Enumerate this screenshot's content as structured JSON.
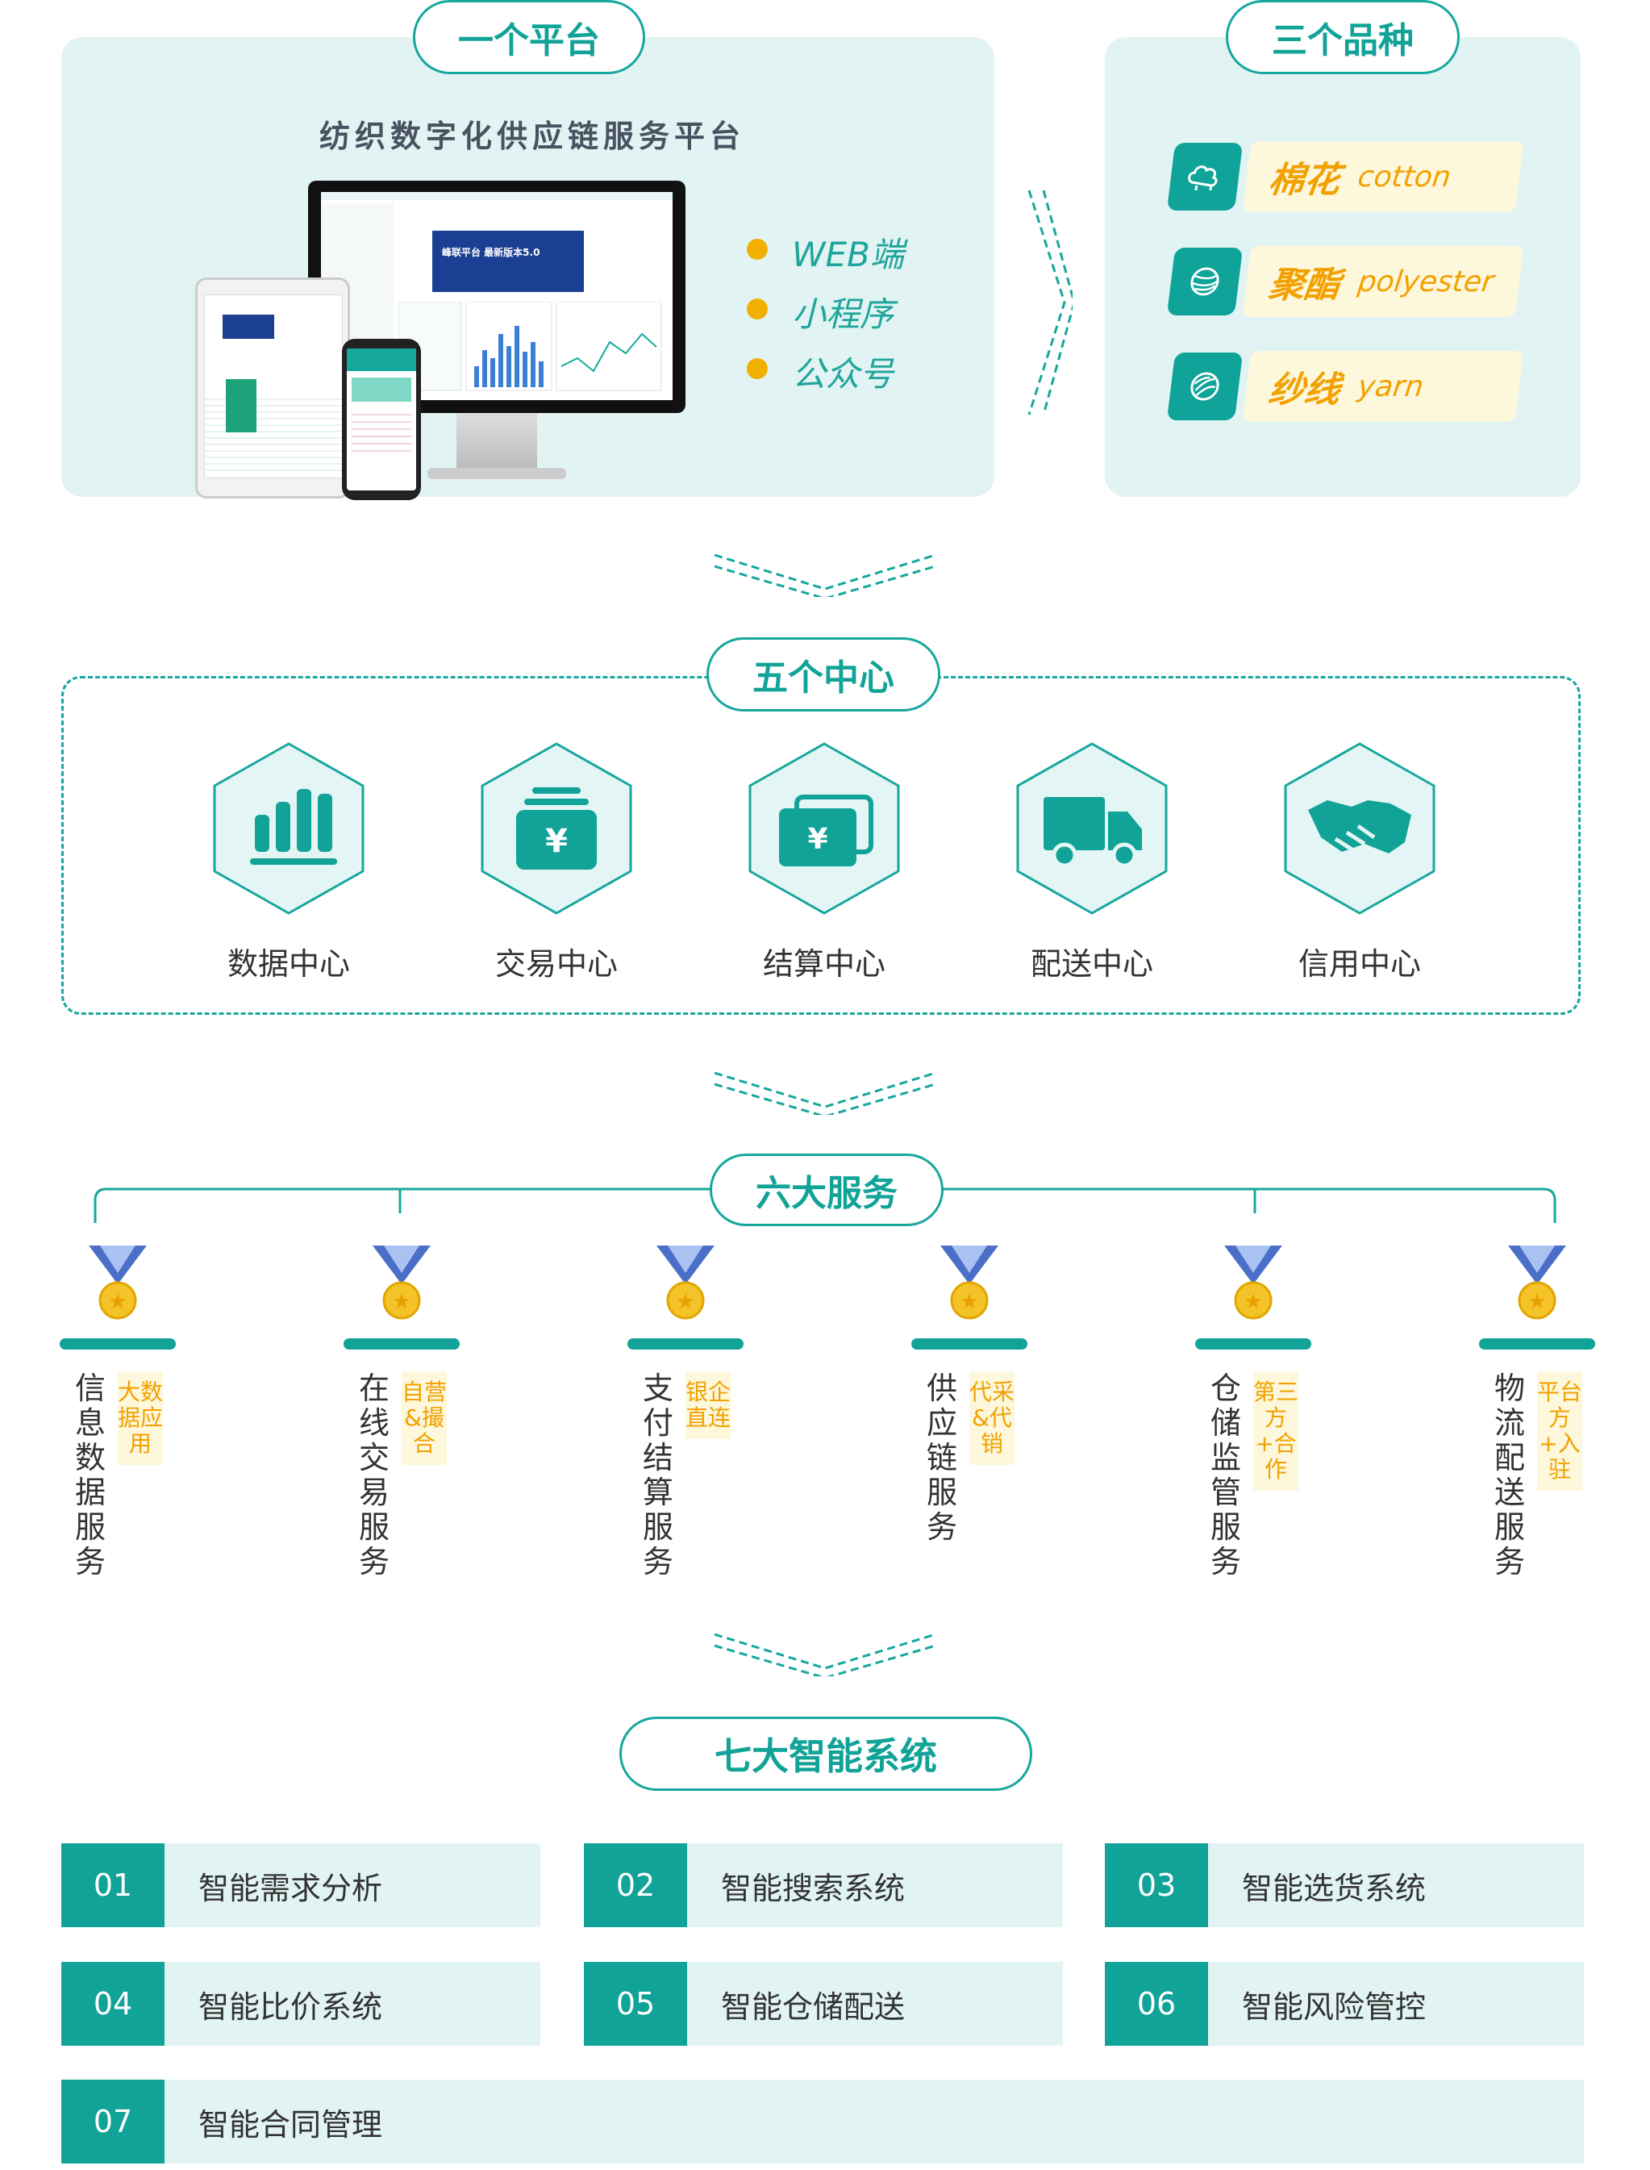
{
  "platform": {
    "badge": "一个平台",
    "title": "纺织数字化供应链服务平台",
    "channels": [
      "WEB端",
      "小程序",
      "公众号"
    ],
    "screen_banner": "峰联平台 最新版本5.0"
  },
  "varieties": {
    "badge": "三个品种",
    "items": [
      {
        "zh": "棉花",
        "en": "cotton",
        "icon": "cotton-icon"
      },
      {
        "zh": "聚酯",
        "en": "polyester",
        "icon": "polyester-icon"
      },
      {
        "zh": "纱线",
        "en": "yarn",
        "icon": "yarn-icon"
      }
    ]
  },
  "centers": {
    "badge": "五个中心",
    "items": [
      {
        "label": "数据中心",
        "icon": "bar-chart-icon"
      },
      {
        "label": "交易中心",
        "icon": "yuan-bag-icon"
      },
      {
        "label": "结算中心",
        "icon": "yuan-cards-icon"
      },
      {
        "label": "配送中心",
        "icon": "truck-icon"
      },
      {
        "label": "信用中心",
        "icon": "handshake-icon"
      }
    ]
  },
  "services": {
    "badge": "六大服务",
    "items": [
      {
        "name": "信息数据服务",
        "tag": "大数据应用"
      },
      {
        "name": "在线交易服务",
        "tag": "自营&撮合"
      },
      {
        "name": "支付结算服务",
        "tag": "银企直连"
      },
      {
        "name": "供应链服务",
        "tag": "代采&代销"
      },
      {
        "name": "仓储监管服务",
        "tag": "第三方+合作"
      },
      {
        "name": "物流配送服务",
        "tag": "平台方+入驻"
      }
    ]
  },
  "systems": {
    "badge": "七大智能系统",
    "items": [
      {
        "num": "01",
        "label": "智能需求分析"
      },
      {
        "num": "02",
        "label": "智能搜索系统"
      },
      {
        "num": "03",
        "label": "智能选货系统"
      },
      {
        "num": "04",
        "label": "智能比价系统"
      },
      {
        "num": "05",
        "label": "智能仓储配送"
      },
      {
        "num": "06",
        "label": "智能风险管控"
      },
      {
        "num": "07",
        "label": "智能合同管理"
      }
    ]
  },
  "colors": {
    "teal": "#11a397",
    "panel": "#e1f4f3",
    "gold": "#f1b000",
    "tag_bg": "#fdf7dc"
  }
}
